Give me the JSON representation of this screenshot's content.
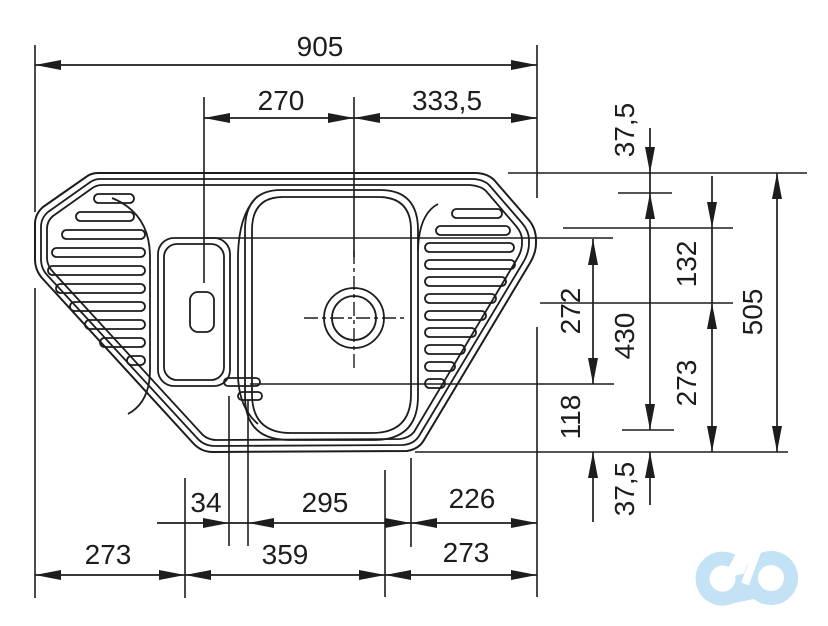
{
  "drawing": {
    "line_color": "#1d1d1b",
    "background": "#ffffff",
    "logo_color": "#c3e2f5"
  },
  "dims": {
    "overall_width": "905",
    "left_span": "270",
    "right_span": "333,5",
    "top_offset": "37,5",
    "upper_right_132": "132",
    "overall_depth": "505",
    "bowl_depth": "272",
    "inner_depth_430": "430",
    "lower_right_273": "273",
    "lower_118": "118",
    "bottom_offset": "37,5",
    "divider_34": "34",
    "bowl_width_295": "295",
    "right_226": "226",
    "bottom_left_273": "273",
    "bottom_center_359": "359",
    "bottom_right_273": "273"
  }
}
